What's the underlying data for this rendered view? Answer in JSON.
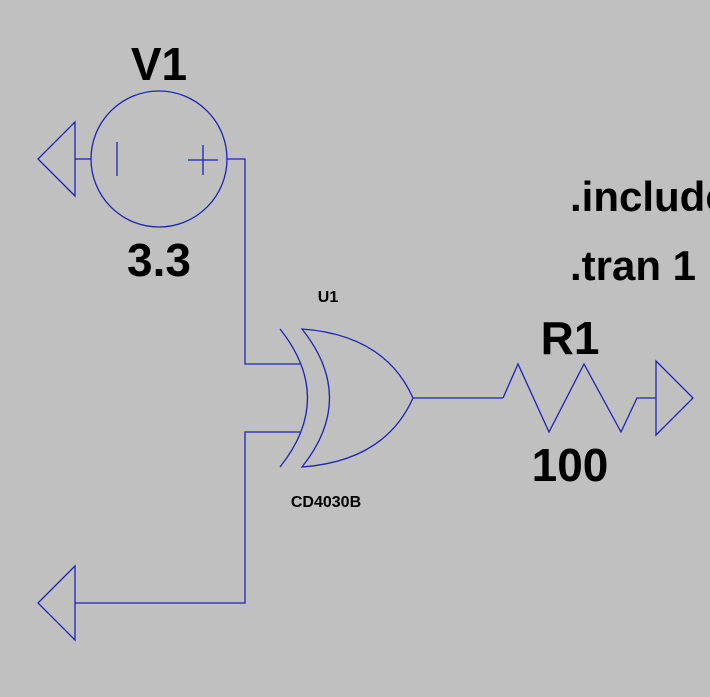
{
  "schematic": {
    "colors": {
      "background": "#c0c0c0",
      "wire": "#1c24b4",
      "text": "#000000"
    },
    "v1": {
      "name": "V1",
      "value": "3.3"
    },
    "u1": {
      "name": "U1",
      "value": "CD4030B"
    },
    "r1": {
      "name": "R1",
      "value": "100"
    },
    "directives": [
      ".include",
      ".tran 1"
    ]
  }
}
